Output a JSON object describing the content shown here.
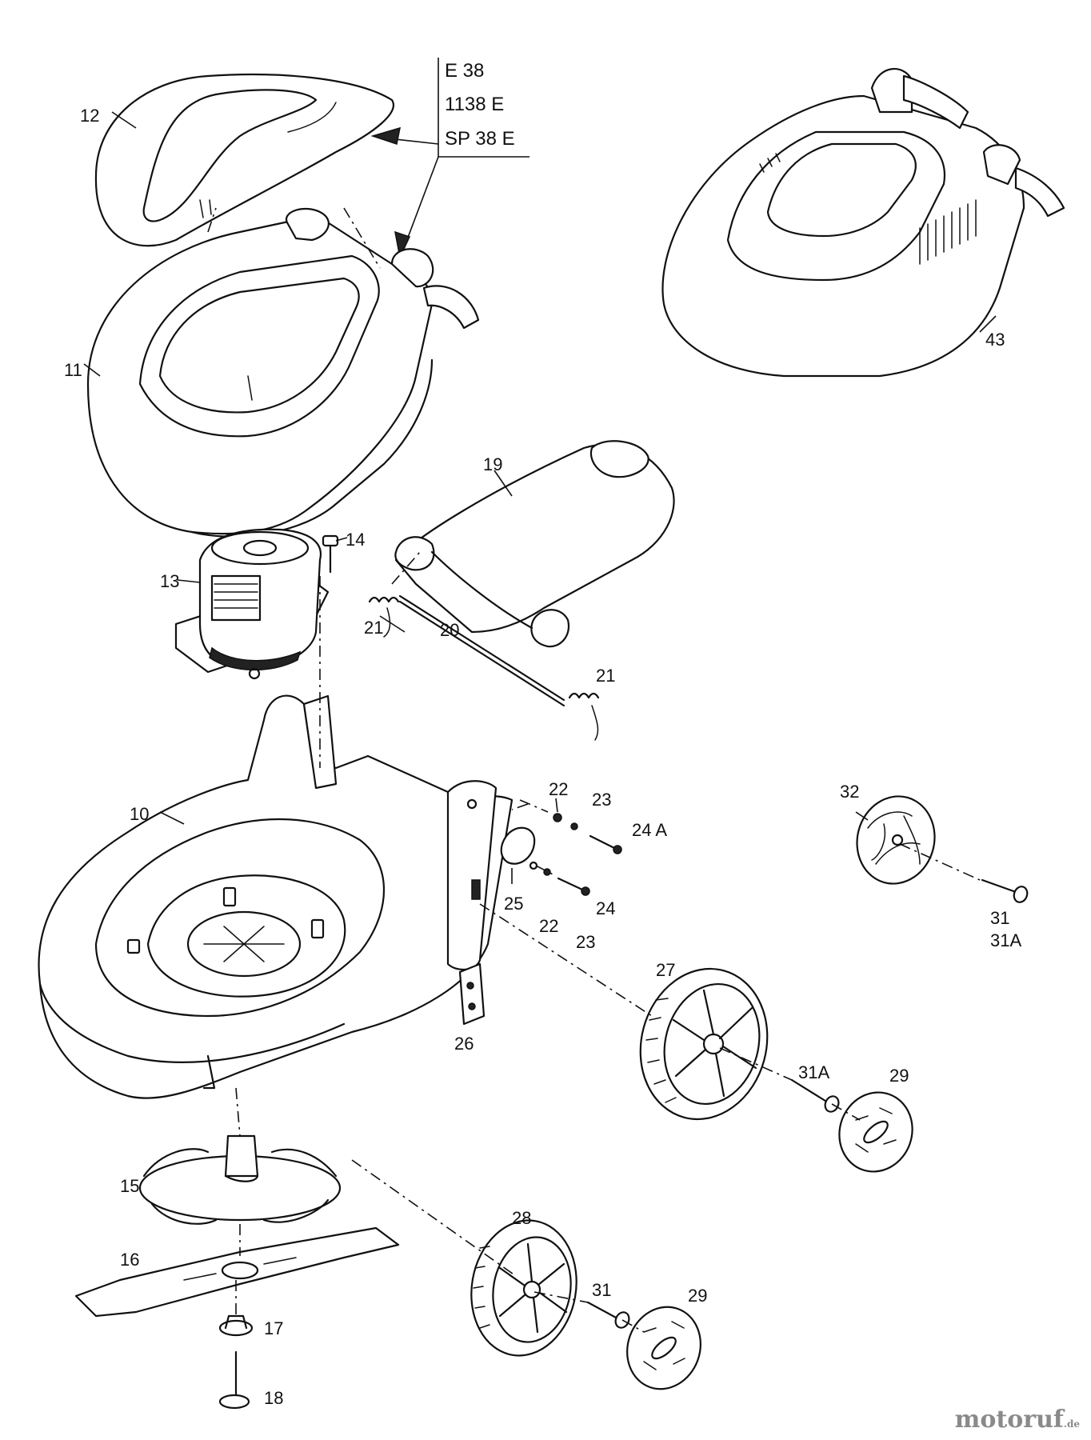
{
  "models": [
    "E 38",
    "1138 E",
    "SP 38 E"
  ],
  "labels": {
    "l12": "12",
    "l11": "11",
    "l43": "43",
    "l19": "19",
    "l14": "14",
    "l13": "13",
    "l21a": "21",
    "l20": "20",
    "l21b": "21",
    "l10": "10",
    "l22a": "22",
    "l23a": "23",
    "l24A": "24 A",
    "l25": "25",
    "l22b": "22",
    "l24": "24",
    "l23b": "23",
    "l32": "32",
    "l31": "31",
    "l31A": "31A",
    "l26": "26",
    "l27": "27",
    "l31Ab": "31A",
    "l29a": "29",
    "l15": "15",
    "l28": "28",
    "l16": "16",
    "l31b": "31",
    "l29b": "29",
    "l17": "17",
    "l18": "18"
  },
  "watermark": {
    "main": "motoruf",
    "suffix": ".de"
  }
}
